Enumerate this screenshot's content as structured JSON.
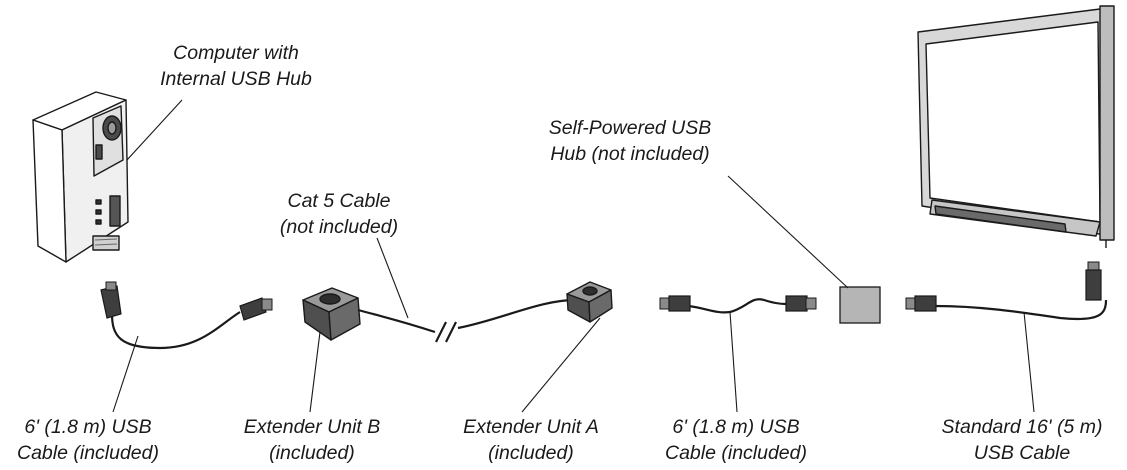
{
  "labels": {
    "computer": {
      "line1": "Computer with",
      "line2": "Internal USB Hub"
    },
    "cat5": {
      "line1": "Cat 5 Cable",
      "line2": "(not included)"
    },
    "hub": {
      "line1": "Self-Powered USB",
      "line2": "Hub (not included)"
    },
    "usb_cable_left": {
      "line1": "6' (1.8 m) USB",
      "line2": "Cable (included)"
    },
    "extender_b": {
      "line1": "Extender Unit B",
      "line2": "(included)"
    },
    "extender_a": {
      "line1": "Extender Unit A",
      "line2": "(included)"
    },
    "usb_cable_mid": {
      "line1": "6' (1.8 m) USB",
      "line2": "Cable (included)"
    },
    "usb_cable_right": {
      "line1": "Standard 16' (5 m)",
      "line2": "USB Cable"
    }
  },
  "colors": {
    "outline": "#1a1a1a",
    "device_fill": "#5f5f5f",
    "hub_fill": "#b5b5b5",
    "board_frame": "#d8d8d8"
  }
}
